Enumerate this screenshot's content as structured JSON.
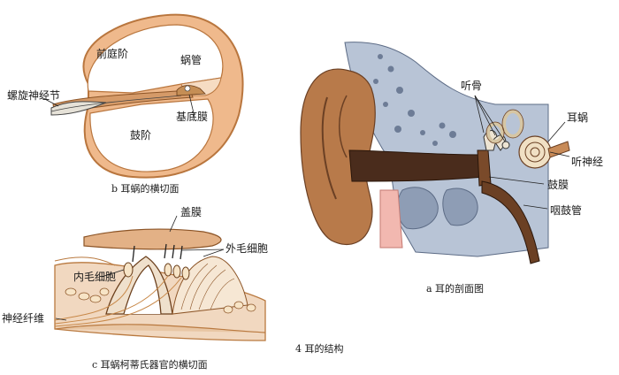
{
  "panel_b": {
    "caption": "b 耳蜗的横切面",
    "labels": {
      "vestibular_canal": "前庭阶",
      "cochlear_duct": "蜗管",
      "spiral_ganglion": "螺旋神经节",
      "basilar_membrane": "基底膜",
      "tympanic_canal": "鼓阶"
    }
  },
  "panel_c": {
    "caption": "c 耳蜗柯蒂氏器官的横切面",
    "labels": {
      "tectorial_membrane": "盖膜",
      "outer_hair_cells": "外毛细胞",
      "inner_hair_cells": "内毛细胞",
      "nerve_fibers": "神经纤维"
    }
  },
  "panel_a": {
    "caption": "a 耳的剖面图",
    "labels": {
      "ossicles": "听骨",
      "cochlea": "耳蜗",
      "auditory_nerve": "听神经",
      "eardrum": "鼓膜",
      "eustachian_tube": "咽鼓管"
    }
  },
  "figure_caption": "4 耳的结构",
  "colors": {
    "cochlea_wall": "#e2a474",
    "bone": "#b8c4d6",
    "bone_dark": "#8e9db5",
    "skin": "#b87a4a",
    "skin_dark": "#6b4024",
    "canal": "#4a2c1c",
    "nerve": "#f3e3c4"
  }
}
